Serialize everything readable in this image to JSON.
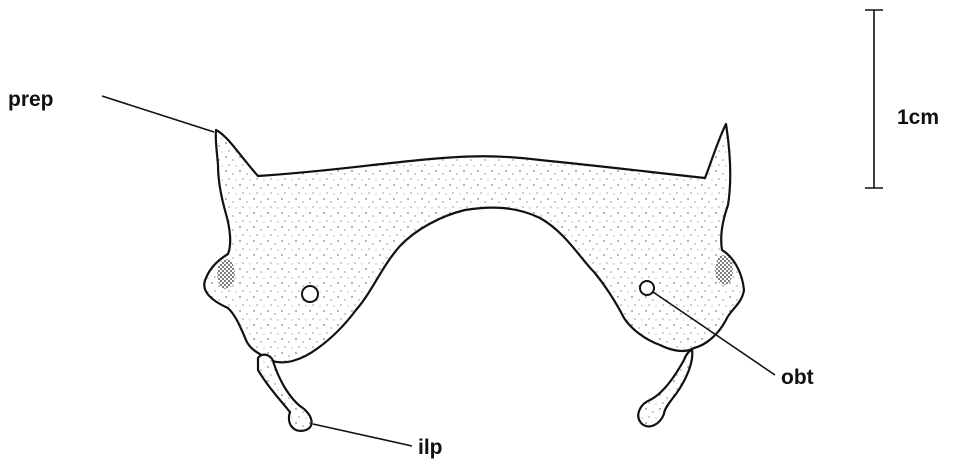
{
  "labels": {
    "prep": "prep",
    "obt": "obt",
    "ilp": "ilp",
    "scale": "1cm"
  }
}
